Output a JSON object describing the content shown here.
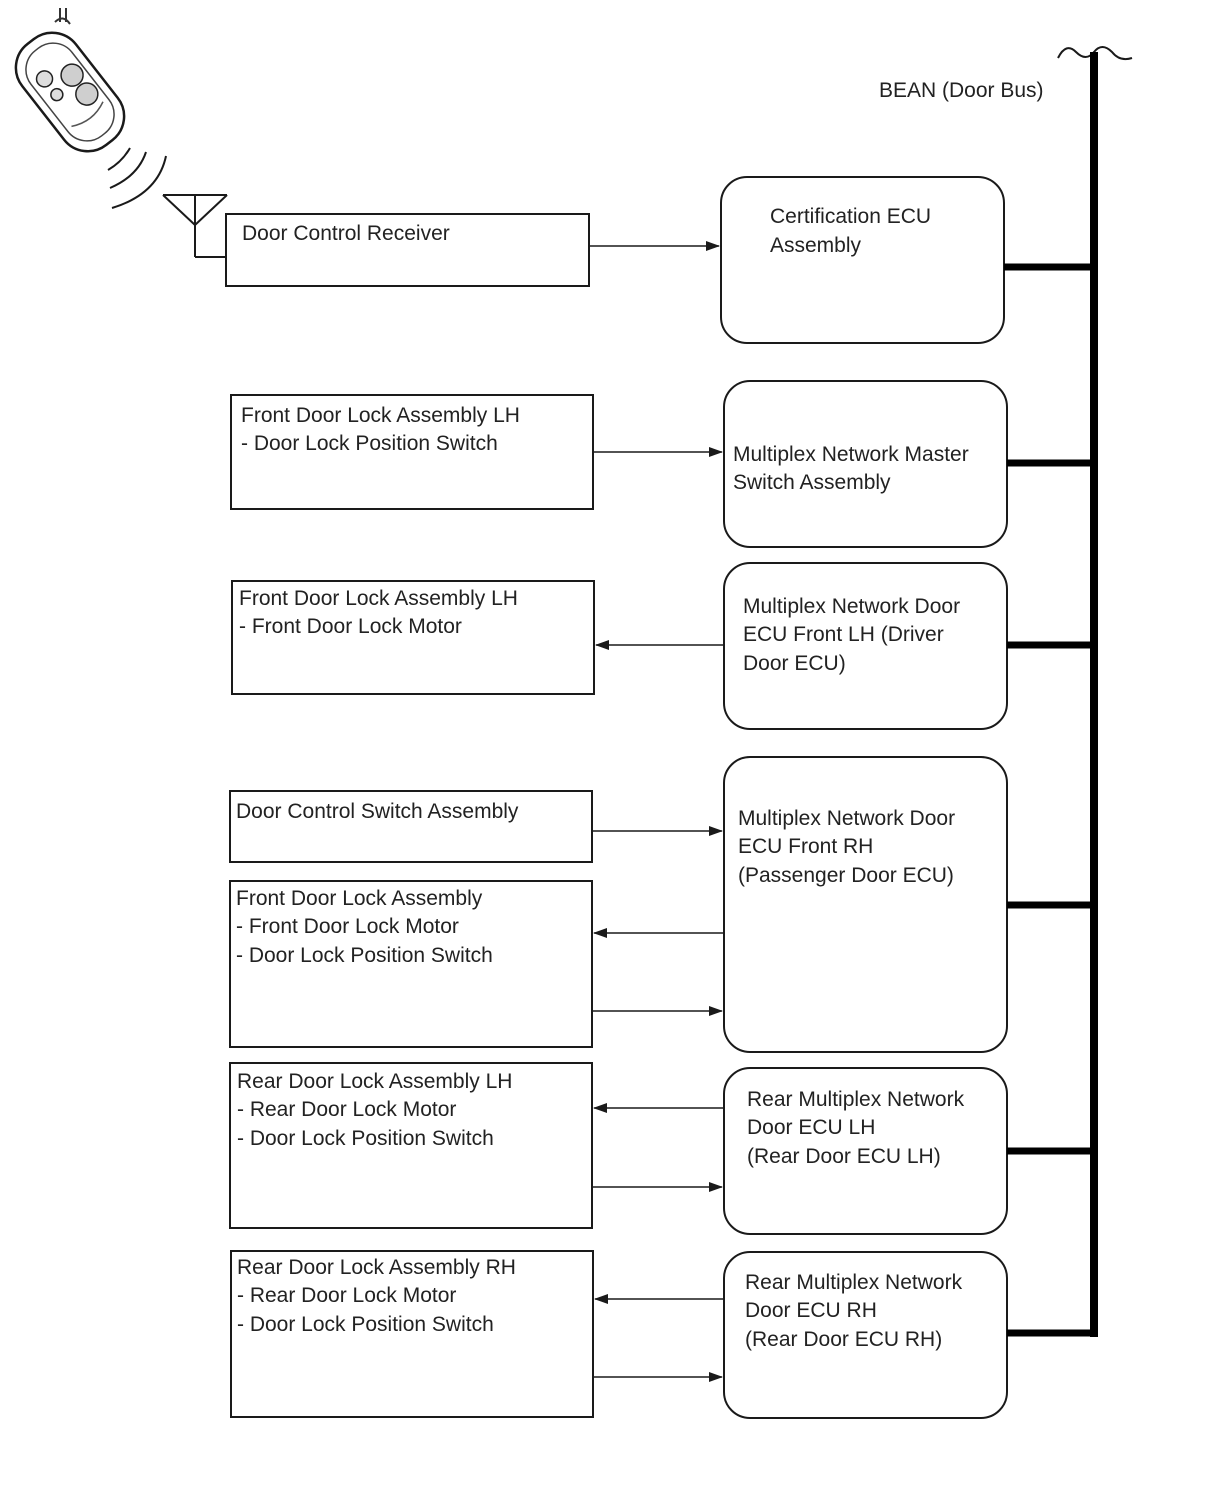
{
  "bus_label": "BEAN (Door Bus)",
  "icons": {
    "key_fob": "key-fob-remote-icon",
    "radio_waves": "radio-waves-icon",
    "antenna": "antenna-icon"
  },
  "receiver": {
    "lines": [
      "Door Control Receiver"
    ]
  },
  "left_boxes": [
    {
      "id": "front-door-lock-lh-switch",
      "lines": [
        "Front Door Lock Assembly LH",
        "- Door Lock Position Switch"
      ]
    },
    {
      "id": "front-door-lock-lh-motor",
      "lines": [
        "Front Door Lock Assembly LH",
        "- Front Door Lock Motor"
      ]
    },
    {
      "id": "door-control-switch-assembly",
      "lines": [
        "Door Control Switch Assembly"
      ]
    },
    {
      "id": "front-door-lock-assembly",
      "lines": [
        "Front Door Lock Assembly",
        "- Front Door Lock Motor",
        "- Door Lock Position Switch"
      ]
    },
    {
      "id": "rear-door-lock-lh",
      "lines": [
        "Rear Door Lock Assembly LH",
        "- Rear Door Lock Motor",
        "- Door Lock Position Switch"
      ]
    },
    {
      "id": "rear-door-lock-rh",
      "lines": [
        "Rear Door Lock Assembly RH",
        "- Rear Door Lock Motor",
        "- Door Lock Position Switch"
      ]
    }
  ],
  "ecus": [
    {
      "id": "certification-ecu",
      "lines": [
        "Certification ECU",
        "Assembly"
      ]
    },
    {
      "id": "master-switch-ecu",
      "lines": [
        "Multiplex Network Master",
        "Switch Assembly"
      ]
    },
    {
      "id": "driver-door-ecu",
      "lines": [
        "Multiplex Network Door",
        "ECU Front LH (Driver",
        "Door ECU)"
      ]
    },
    {
      "id": "passenger-door-ecu",
      "lines": [
        "Multiplex Network Door",
        "ECU Front RH",
        "(Passenger Door ECU)"
      ]
    },
    {
      "id": "rear-door-ecu-lh",
      "lines": [
        "Rear Multiplex Network",
        "Door ECU LH",
        "(Rear Door ECU LH)"
      ]
    },
    {
      "id": "rear-door-ecu-rh",
      "lines": [
        "Rear Multiplex Network",
        "Door ECU RH",
        "(Rear Door ECU RH)"
      ]
    }
  ]
}
